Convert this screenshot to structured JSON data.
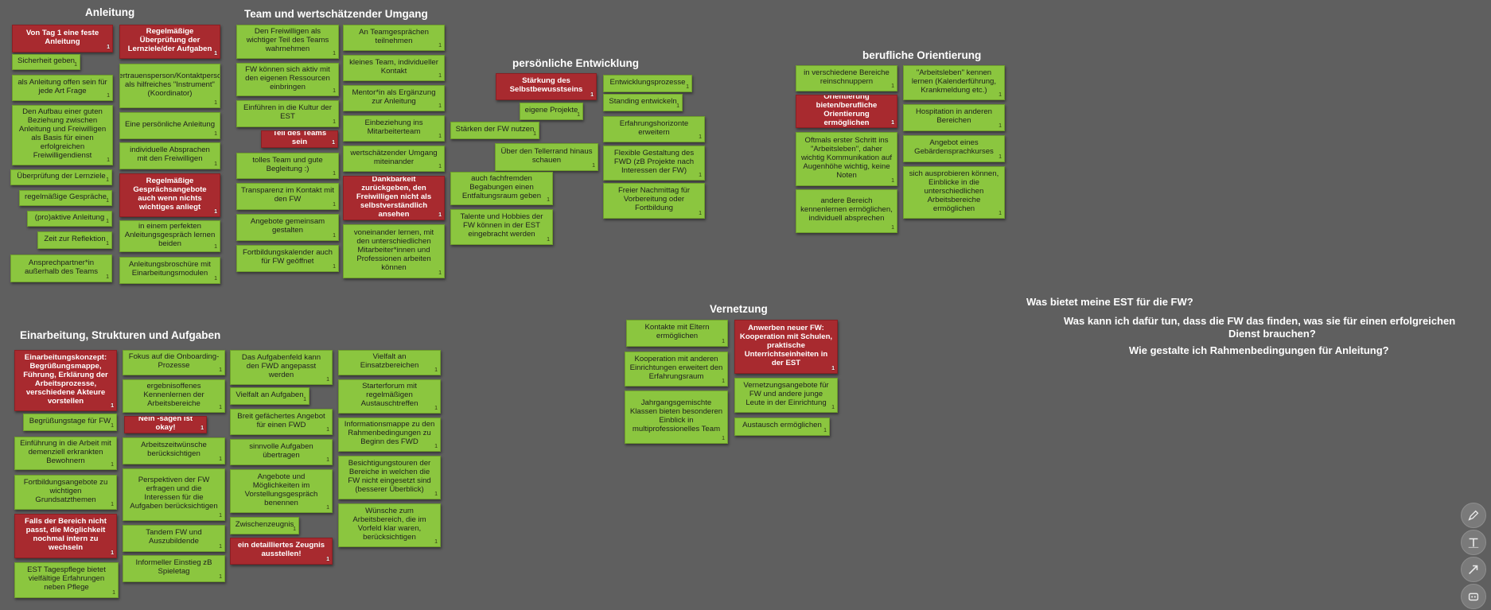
{
  "headings": {
    "anleitung": "Anleitung",
    "team": "Team und wertschätzender Umgang",
    "entwicklung": "persönliche Entwicklung",
    "orientierung": "berufliche Orientierung",
    "vernetzung": "Vernetzung",
    "einarbeitung": "Einarbeitung, Strukturen und Aufgaben"
  },
  "questions": {
    "q1": "Was bietet meine EST für die FW?",
    "q2": "Was kann ich dafür tun, dass die FW das finden, was sie für einen erfolgreichen",
    "q2b": "Dienst brauchen?",
    "q3": "Wie gestalte ich Rahmenbedingungen für Anleitung?"
  },
  "badge": "1",
  "notes": {
    "a1": "Von Tag 1 eine feste Anleitung",
    "a2": "Sicherheit geben",
    "a3": "als Anleitung offen sein für jede Art Frage",
    "a4": "Den Aufbau einer guten Beziehung zwischen Anleitung und Freiwilligen als Basis für einen erfolgreichen Freiwilligendienst",
    "a5": "Überprüfung der Lernziele",
    "a6": "regelmäßige Gespräche",
    "a7": "(pro)aktive Anleitung",
    "a8": "Zeit zur Reflektion",
    "a9": "Ansprechpartner*in außerhalb des Teams",
    "b1": "Regelmäßige Überprüfung der Lernziele/der Aufgaben",
    "b2": "Vertrauensperson/Kontaktperson als hilfreiches \"Instrument\" (Koordinator)",
    "b3": "Eine persönliche Anleitung",
    "b4": "individuelle Absprachen mit den Freiwilligen",
    "b5": "Regelmäßige Gesprächsangebote auch wenn nichts wichtiges anliegt",
    "b6": "in einem perfekten Anleitungsgespräch lernen beiden",
    "b7": "Anleitungsbroschüre mit Einarbeitungsmodulen",
    "c1": "Den Freiwilligen als wichtiger Teil des Teams wahrnehmen",
    "c2": "FW können sich aktiv mit den eigenen Ressourcen einbringen",
    "c3": "Einführen in die Kultur der EST",
    "c4": "Teil des Teams sein",
    "c5": "tolles Team und gute Begleitung :)",
    "c6": "Transparenz im Kontakt mit den FW",
    "c7": "Angebote gemeinsam gestalten",
    "c8": "Fortbildungskalender auch für FW geöffnet",
    "d1": "An Teamgesprächen teilnehmen",
    "d2": "kleines Team, individueller Kontakt",
    "d3": "Mentor*in als Ergänzung zur Anleitung",
    "d4": "Einbeziehung ins Mitarbeiterteam",
    "d5": "wertschätzender Umgang miteinander",
    "d6": "Dankbarkeit zurückgeben, den Freiwilligen nicht als selbstverständlich ansehen",
    "d7": "voneinander lernen, mit den unterschiedlichen Mitarbeiter*innen und Professionen arbeiten können",
    "e1": "Stärkung des Selbstbewusstseins",
    "e2": "eigene Projekte",
    "e3": "Stärken der FW nutzen",
    "e4": "Über den Tellerrand hinaus schauen",
    "e5": "auch fachfremden Begabungen einen Entfaltungsraum geben",
    "e6": "Talente und Hobbies der FW können in der EST eingebracht werden",
    "f1": "Entwicklungsprozesse",
    "f2": "Standing entwickeln",
    "f3": "Erfahrungshorizonte erweitern",
    "f4": "Flexible Gestaltung des FWD (zB Projekte nach Interessen der FW)",
    "f5": "Freier Nachmittag für Vorbereitung oder Fortbildung",
    "o1": "in verschiedene Bereiche reinschnuppern",
    "o2": "Orientierung bieten/berufliche Orientierung ermöglichen",
    "o3": "Oftmals erster Schritt ins \"Arbeitsleben\", daher wichtig Kommunikation auf Augenhöhe wichtig, keine Noten",
    "o4": "andere Bereich kennenlernen ermöglichen, individuell absprechen",
    "p1": "\"Arbeitsleben\" kennen lernen (Kalenderführung, Krankmeldung etc.)",
    "p2": "Hospitation in anderen Bereichen",
    "p3": "Angebot eines Gebärdensprachkurses",
    "p4": "sich ausprobieren können, Einblicke in die unterschiedlichen Arbeitsbereiche ermöglichen",
    "v1": "Kontakte mit Eltern ermöglichen",
    "v2": "Kooperation mit anderen Einrichtungen erweitert den Erfahrungsraum",
    "v3": "Jahrgangsgemischte Klassen bieten besonderen Einblick in multiprofessionelles Team",
    "w1": "Anwerben neuer FW: Kooperation mit Schulen, praktische Unterrichtseinheiten in der EST",
    "w2": "Vernetzungsangebote für FW und andere junge Leute in der Einrichtung",
    "w3": "Austausch ermöglichen",
    "s1": "Einarbeitungskonzept: Begrüßungsmappe, Führung, Erklärung der Arbeitsprozesse, verschiedene Akteure vorstellen",
    "s2": "Begrüßungstage für FW",
    "s3": "Einführung in die Arbeit mit demenziell erkrankten Bewohnern",
    "s4": "Fortbildungsangebote zu wichtigen Grundsatzthemen",
    "s5": "Falls der Bereich nicht passt, die Möglichkeit nochmal intern zu wechseln",
    "s6": "EST Tagespflege bietet vielfältige Erfahrungen neben Pflege",
    "t1": "Fokus auf die Onboarding-Prozesse",
    "t2": "ergebnisoffenes Kennenlernen der Arbeitsbereiche",
    "t3": "Nein -sagen ist okay!",
    "t4": "Arbeitszeitwünsche berücksichtigen",
    "t5": "Perspektiven der FW erfragen und die Interessen für die Aufgaben berücksichtigen",
    "t6": "Tandem FW und Auszubildende",
    "t7": "Informeller Einstieg zB Spieletag",
    "u1": "Das Aufgabenfeld kann den FWD angepasst werden",
    "u2": "Vielfalt an Aufgaben",
    "u3": "Breit gefächertes Angebot für einen FWD",
    "u4": "sinnvolle Aufgaben übertragen",
    "u5": "Angebote und Möglichkeiten im Vorstellungsgespräch benennen",
    "u6": "Zwischenzeugnis",
    "u7": "ein detailliertes Zeugnis ausstellen!",
    "x1": "Vielfalt an Einsatzbereichen",
    "x2": "Starterforum mit regelmäßigen Austauschtreffen",
    "x3": "Informationsmappe zu den Rahmenbedingungen zu Beginn des FWD",
    "x4": "Besichtigungstouren der Bereiche in welchen die FW nicht eingesetzt sind (besserer Überblick)",
    "x5": "Wünsche zum Arbeitsbereich, die im Vorfeld klar waren, berücksichtigen"
  },
  "toolbar": [
    "pen-icon",
    "text-icon",
    "arrow-icon",
    "template-icon"
  ]
}
